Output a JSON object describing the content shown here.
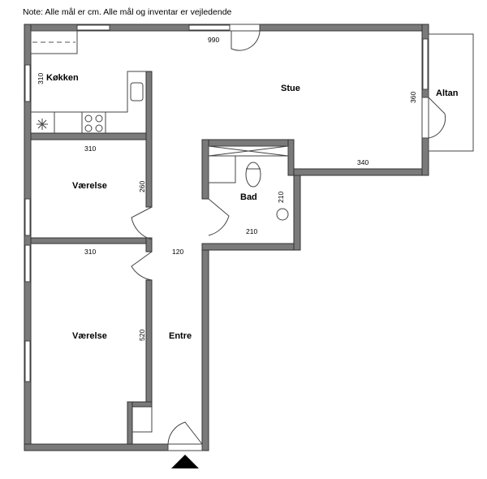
{
  "note": "Note: Alle mål er cm. Alle mål og inventar er vejledende",
  "rooms": {
    "kitchen": "Køkken",
    "living": "Stue",
    "balcony": "Altan",
    "bedroom1": "Værelse",
    "bedroom2": "Værelse",
    "bathroom": "Bad",
    "entrance": "Entre"
  },
  "dimensions": {
    "total_width": "990",
    "kitchen_height": "310",
    "kitchen_width": "310",
    "living_height": "360",
    "living_bottom": "340",
    "bedroom1_height": "260",
    "bedroom2_width": "310",
    "bedroom2_height": "520",
    "entrance_width": "120",
    "bath_height": "210",
    "bath_width": "210"
  },
  "colors": {
    "wall": "#7a7a7a"
  }
}
